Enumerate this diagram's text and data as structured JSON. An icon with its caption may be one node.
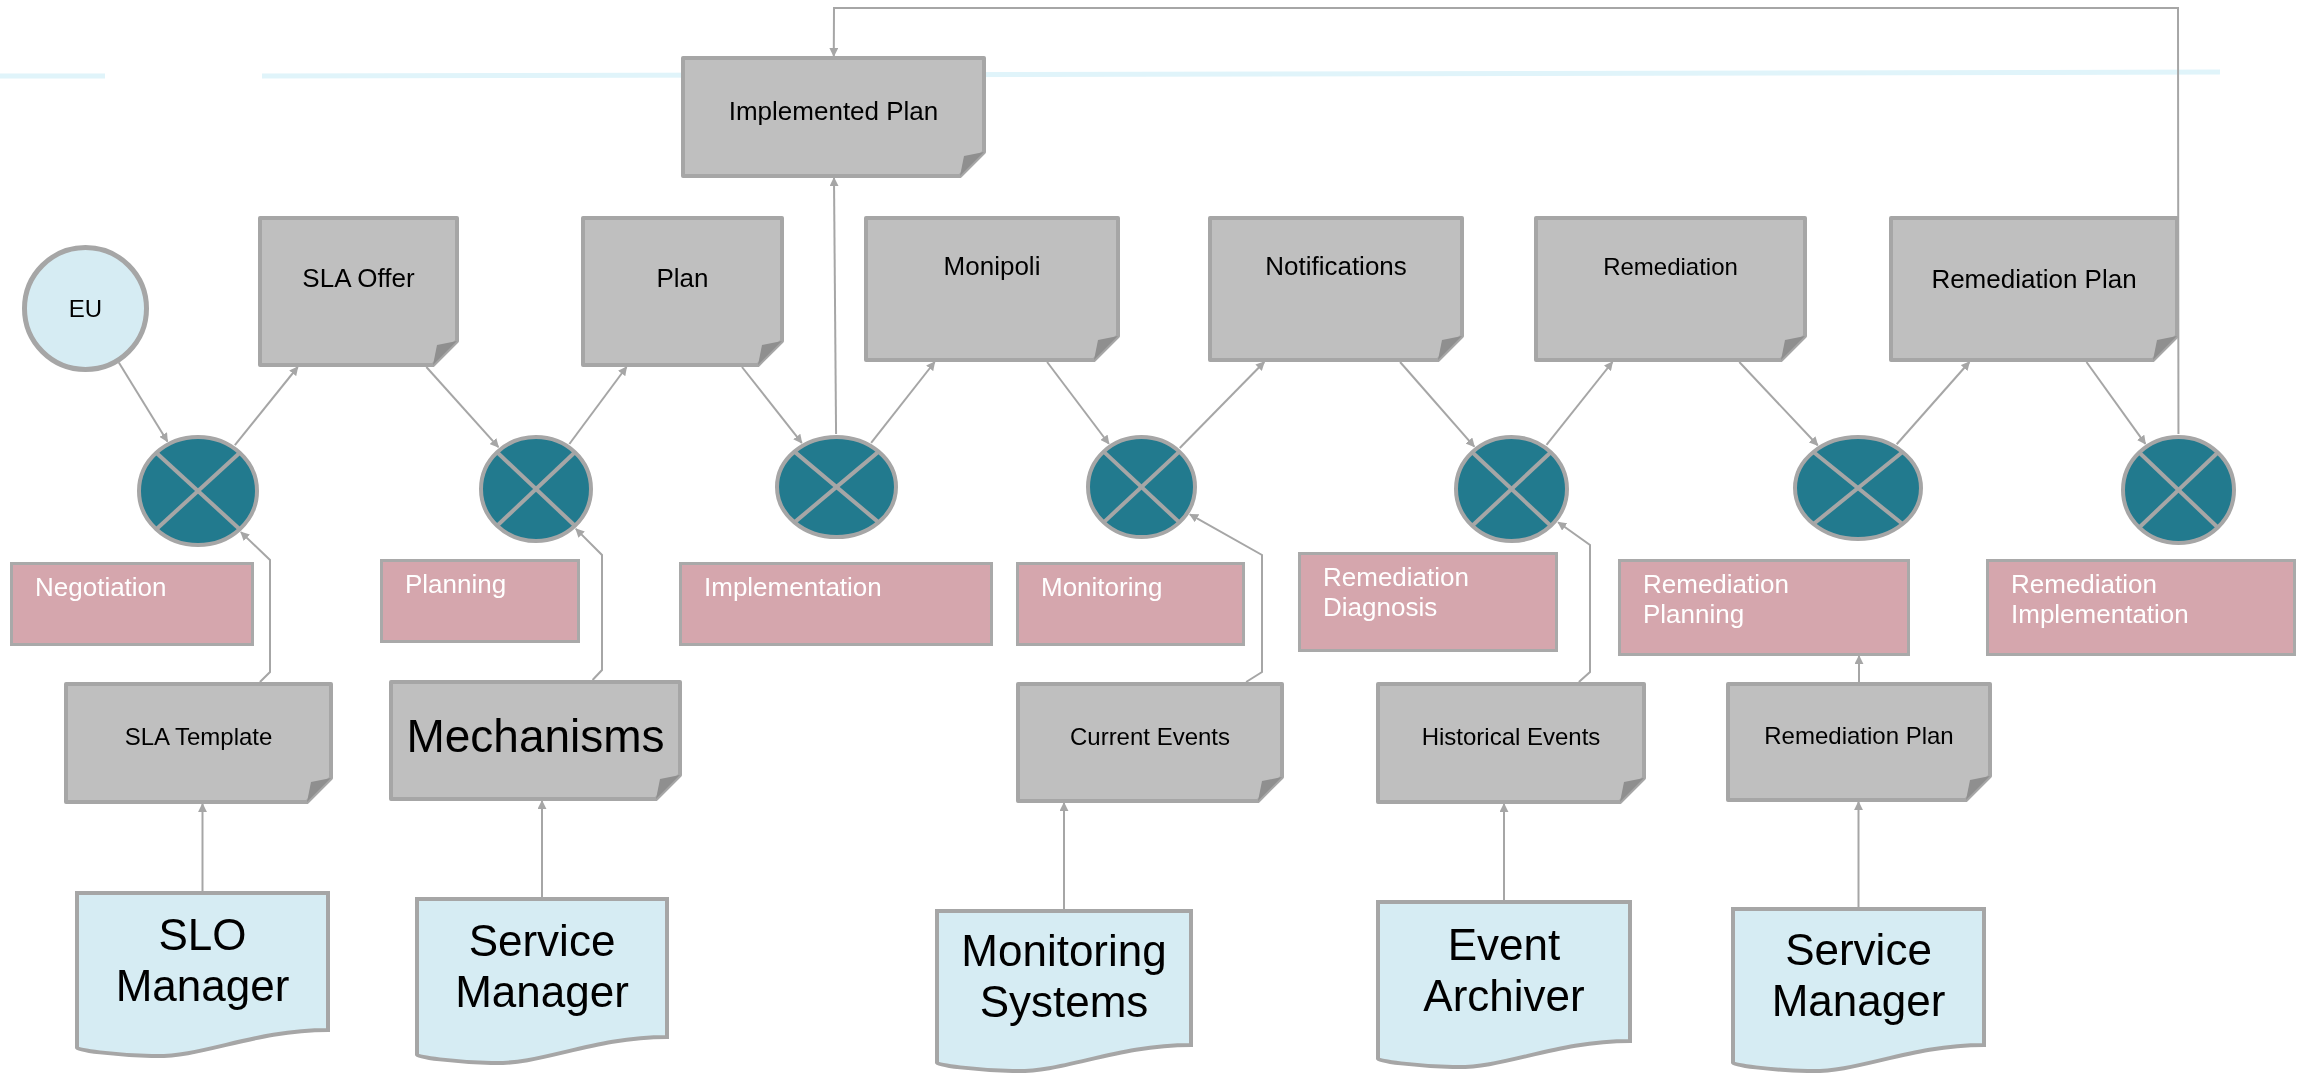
{
  "diagram": {
    "nodes": [
      {
        "text": [
          "Implemented Plan"
        ]
      },
      {
        "text": [
          "EU"
        ]
      },
      {
        "text": [
          "SLA Offer"
        ]
      },
      {
        "text": [
          "Plan"
        ]
      },
      {
        "text": [
          "Monipoli"
        ]
      },
      {
        "text": [
          "Notifications"
        ]
      },
      {
        "text": [
          "Remediation"
        ]
      },
      {
        "text": [
          "Remediation Plan"
        ]
      },
      {
        "text": [],
        "shape": "circle"
      },
      {
        "text": [],
        "shape": "circle"
      },
      {
        "text": [],
        "shape": "circle"
      },
      {
        "text": [],
        "shape": "circle"
      },
      {
        "text": [],
        "shape": "circle"
      },
      {
        "text": [],
        "shape": "circle"
      },
      {
        "text": [],
        "shape": "circle"
      },
      {
        "text": [
          "Negotiation"
        ]
      },
      {
        "text": [
          "Planning"
        ]
      },
      {
        "text": [
          "Implementation"
        ]
      },
      {
        "text": [
          "Monitoring"
        ]
      },
      {
        "text": [
          "Remediation Diagnosis"
        ]
      },
      {
        "text": [
          "Remediation Planning"
        ]
      },
      {
        "text": [
          "Remediation Implementation"
        ]
      },
      {
        "text": [
          "SLA Template"
        ]
      },
      {
        "text": [
          "Mechanisms"
        ]
      },
      {
        "text": [
          "Current Events"
        ]
      },
      {
        "text": [
          "Historical Events"
        ]
      },
      {
        "text": [
          "Remediation Plan"
        ]
      },
      {
        "text": [
          "SLO Manager"
        ]
      },
      {
        "text": [
          "Service Manager"
        ]
      },
      {
        "text": [
          "Monitoring Systems"
        ]
      },
      {
        "text": [
          "Event Archiver"
        ]
      },
      {
        "text": [
          "Service Manager"
        ]
      }
    ],
    "edges": [
      {
        "from": 1,
        "to": 8,
        "arrow": "to"
      },
      {
        "from": 8,
        "to": 2,
        "arrow": "to"
      },
      {
        "from": 2,
        "to": 9,
        "arrow": "to"
      },
      {
        "from": 9,
        "to": 3,
        "arrow": "to"
      },
      {
        "from": 3,
        "to": 10,
        "arrow": "to"
      },
      {
        "from": 10,
        "to": 0,
        "arrow": "to"
      },
      {
        "from": 10,
        "to": 4,
        "arrow": "to"
      },
      {
        "from": 4,
        "to": 11,
        "arrow": "to"
      },
      {
        "from": 11,
        "to": 5,
        "arrow": "to"
      },
      {
        "from": 5,
        "to": 12,
        "arrow": "to"
      },
      {
        "from": 12,
        "to": 6,
        "arrow": "to"
      },
      {
        "from": 6,
        "to": 13,
        "arrow": "to"
      },
      {
        "from": 13,
        "to": 7,
        "arrow": "to"
      },
      {
        "from": 7,
        "to": 14,
        "arrow": "to"
      },
      {
        "from": 14,
        "to": 0,
        "arrow": "to"
      },
      {
        "from": 22,
        "to": 8,
        "arrow": "to"
      },
      {
        "from": 23,
        "to": 9,
        "arrow": "to"
      },
      {
        "from": 24,
        "to": 11,
        "arrow": "to"
      },
      {
        "from": 25,
        "to": 12,
        "arrow": "to"
      },
      {
        "from": 26,
        "to": 20,
        "arrow": "to"
      },
      {
        "from": 27,
        "to": 22,
        "arrow": "to"
      },
      {
        "from": 28,
        "to": 23,
        "arrow": "to"
      },
      {
        "from": 29,
        "to": 24,
        "arrow": "to"
      },
      {
        "from": 30,
        "to": 25,
        "arrow": "to"
      },
      {
        "from": 31,
        "to": 26,
        "arrow": "to"
      }
    ]
  }
}
